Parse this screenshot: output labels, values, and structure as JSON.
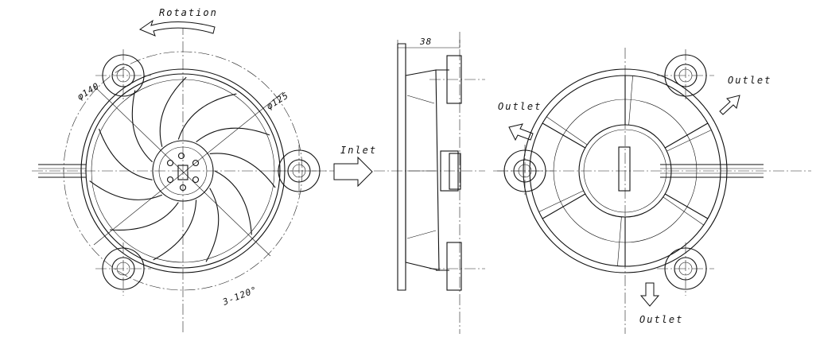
{
  "labels": {
    "rotation": "Rotation",
    "inlet": "Inlet",
    "outlet": "Outlet",
    "dia_outer": "φ140",
    "dia_inner": "φ125",
    "pitch": "3-120°",
    "depth": "38"
  },
  "icons": {
    "rotation_arrow": "curved-arrow-icon",
    "airflow_arrow": "block-arrow-icon"
  }
}
